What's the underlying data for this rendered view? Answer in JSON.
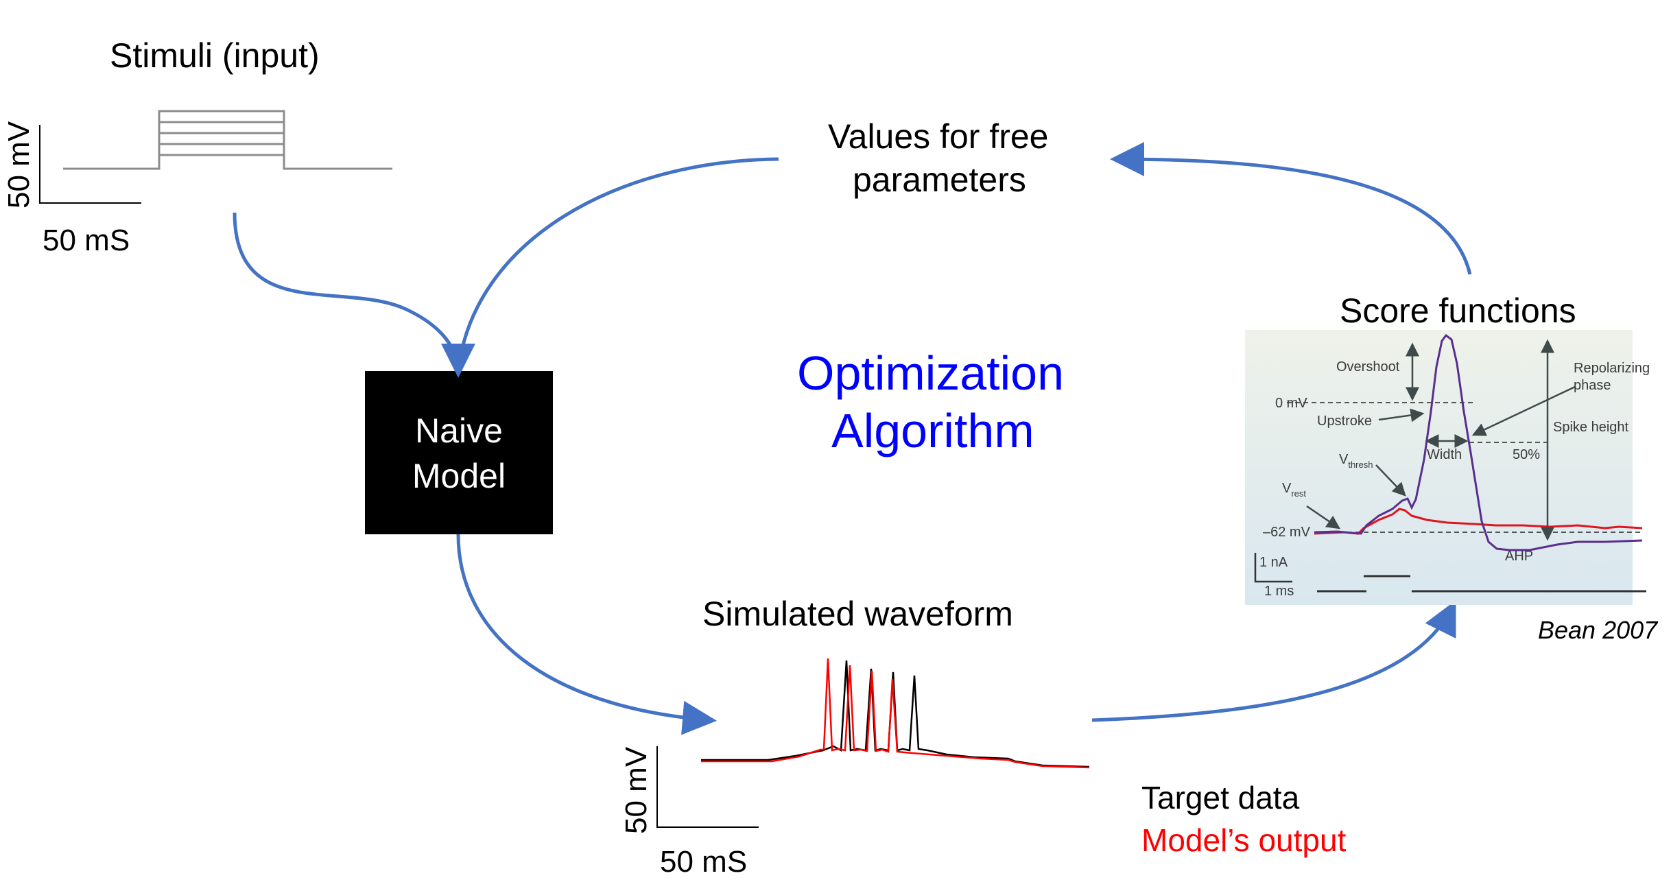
{
  "stimuli": {
    "title": "Stimuli (input)",
    "ylabel": "50 mV",
    "xlabel": "50 mS"
  },
  "model": {
    "line1": "Naive",
    "line2": "Model"
  },
  "free_params": {
    "line1": "Values for free",
    "line2": "parameters"
  },
  "algorithm": {
    "line1": "Optimization",
    "line2": "Algorithm",
    "color": "#0000ff"
  },
  "score": {
    "title": "Score functions",
    "citation": "Bean 2007",
    "labels": {
      "overshoot": "Overshoot",
      "zero_mv": "0 mV",
      "upstroke": "Upstroke",
      "width": "Width",
      "vthresh_main": "V",
      "vthresh_sub": "thresh",
      "vrest_main": "V",
      "vrest_sub": "rest",
      "rest_mv": "–62 mV",
      "repol_1": "Repolarizing",
      "repol_2": "phase",
      "spike_height": "Spike height",
      "fifty_pct": "50%",
      "ahp": "AHP",
      "scale_na": "1 nA",
      "scale_ms": "1 ms"
    }
  },
  "simulated": {
    "title": "Simulated waveform",
    "ylabel": "50 mV",
    "xlabel": "50 mS"
  },
  "legend": {
    "target": {
      "label": "Target data",
      "color": "#000000"
    },
    "model": {
      "label": "Model’s output",
      "color": "#ff0000"
    }
  },
  "colors": {
    "arrow": "#4472c4",
    "box": "#000000",
    "stim": "#8c8c8c",
    "panel_top": "#eef2ee",
    "panel_bottom": "#dde9ef"
  }
}
